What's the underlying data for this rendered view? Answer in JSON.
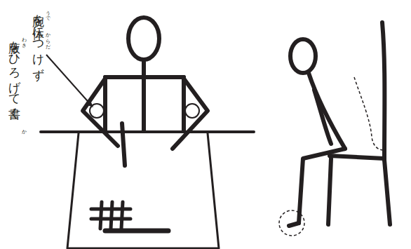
{
  "diagram": {
    "labels": [
      "腕を体につけず",
      "腋をひろげて書く",
      "うで",
      "からだ",
      "わき",
      "か"
    ]
  }
}
